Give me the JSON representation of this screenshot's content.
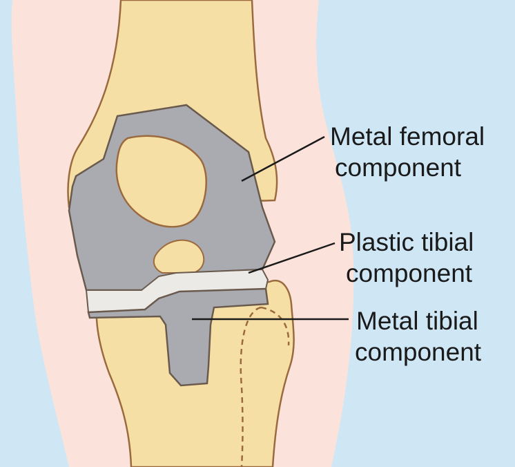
{
  "labels": {
    "femoral": {
      "line1": "Metal femoral",
      "line2": "component"
    },
    "plastic": {
      "line1": "Plastic tibial",
      "line2": "component"
    },
    "tibial": {
      "line1": "Metal tibial",
      "line2": "component"
    }
  },
  "colors": {
    "background": "#cfe6f5",
    "skin": "#fbe3dc",
    "bone": "#f6dfa5",
    "bone_outline": "#9a6a3e",
    "metal": "#a9abb0",
    "metal_outline": "#6a5a4e",
    "plastic": "#eceae6",
    "leader_line": "#1a1a1a"
  }
}
